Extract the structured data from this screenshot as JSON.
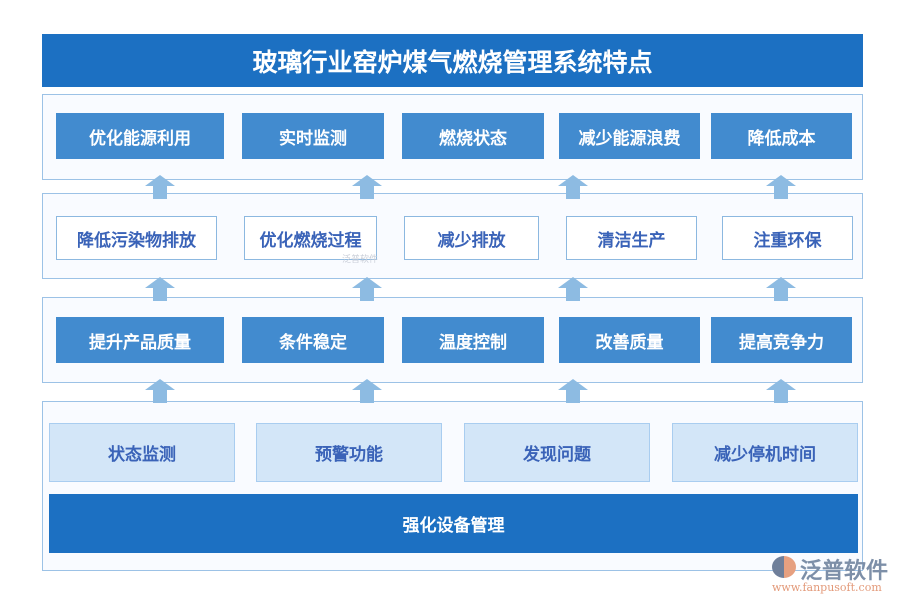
{
  "title": "玻璃行业窑炉煤气燃烧管理系统特点",
  "row1": [
    "优化能源利用",
    "实时监测",
    "燃烧状态",
    "减少能源浪费",
    "降低成本"
  ],
  "row2": [
    "降低污染物排放",
    "优化燃烧过程",
    "减少排放",
    "清洁生产",
    "注重环保"
  ],
  "row3": [
    "提升产品质量",
    "条件稳定",
    "温度控制",
    "改善质量",
    "提高竞争力"
  ],
  "row4": [
    "状态监测",
    "预警功能",
    "发现问题",
    "减少停机时间"
  ],
  "base": "强化设备管理",
  "logo": {
    "name": "泛普软件",
    "url": "www.fanpusoft.com"
  },
  "colors": {
    "primary": "#1c70c2",
    "box": "#428bcf",
    "arrow": "#8dbbe2",
    "text": "#3a63b8"
  }
}
